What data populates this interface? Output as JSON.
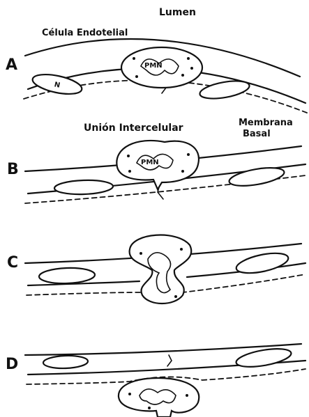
{
  "labels": {
    "lumen": "Lumen",
    "endothelial_cell": "Célula Endotelial",
    "pmn": "PMN",
    "intercellular_junction": "Unión Intercelular",
    "basement_membrane_line1": "Membrana",
    "basement_membrane_line2": "Basal",
    "nucleus": "N"
  },
  "panels": [
    {
      "letter": "A"
    },
    {
      "letter": "B"
    },
    {
      "letter": "C"
    },
    {
      "letter": "D"
    }
  ]
}
